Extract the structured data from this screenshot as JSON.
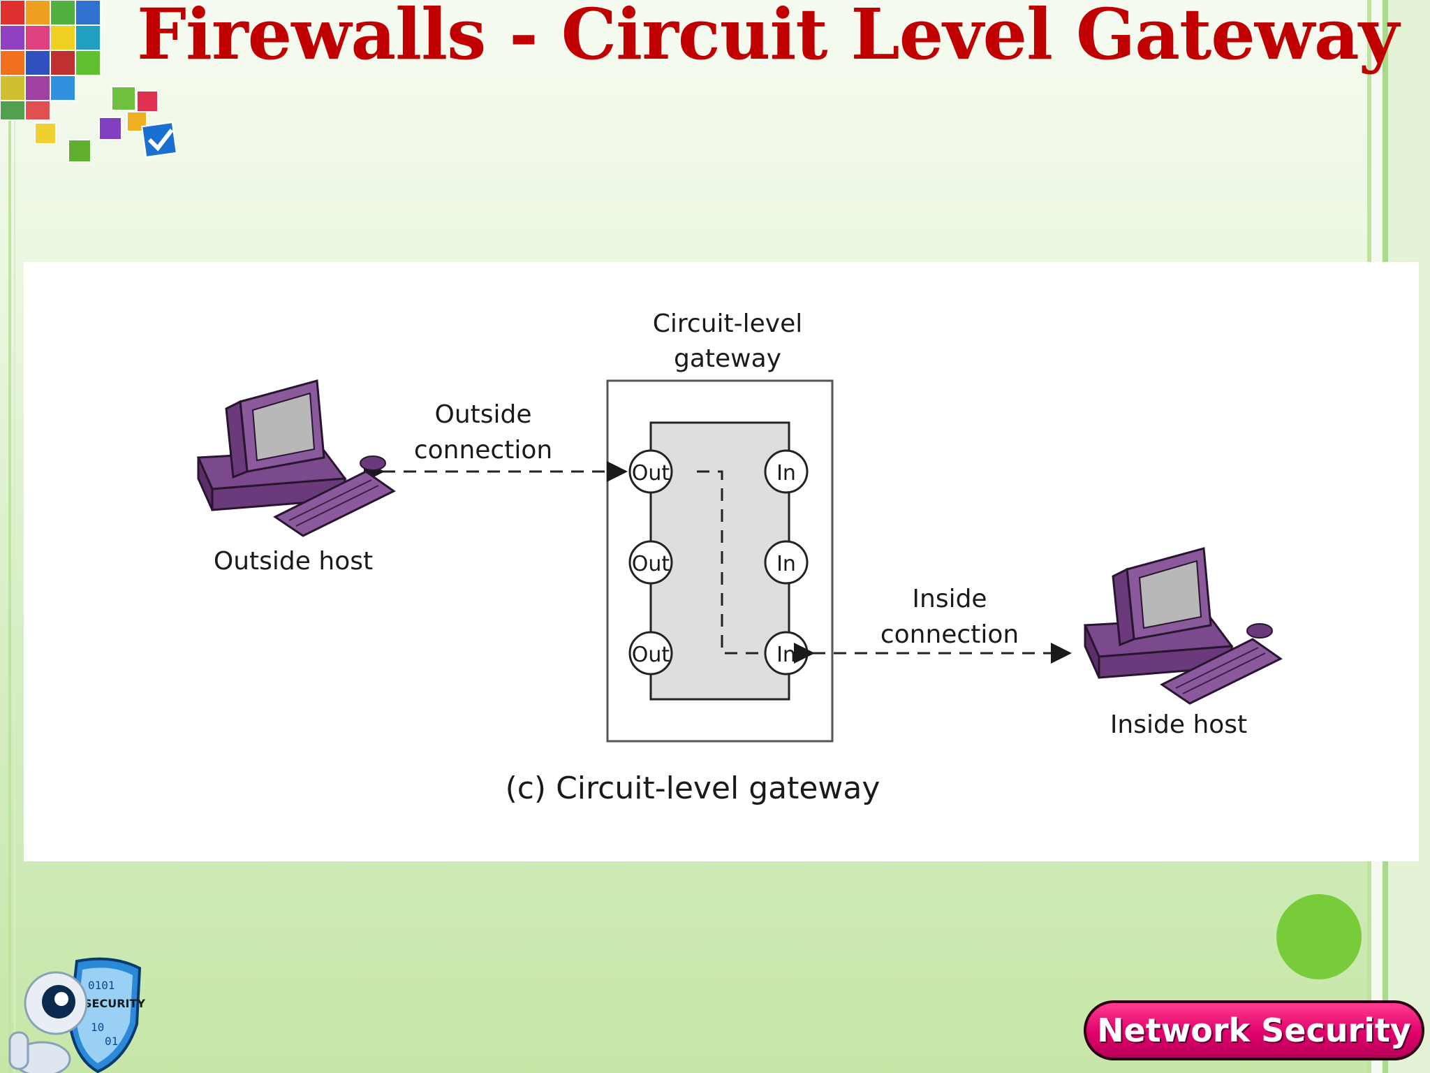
{
  "slide": {
    "title": "Firewalls - Circuit Level Gateway",
    "badge": "Network Security"
  },
  "diagram": {
    "gateway_label_line1": "Circuit-level",
    "gateway_label_line2": "gateway",
    "outside_connection_line1": "Outside",
    "outside_connection_line2": "connection",
    "inside_connection_line1": "Inside",
    "inside_connection_line2": "connection",
    "outside_host": "Outside host",
    "inside_host": "Inside host",
    "caption": "(c) Circuit-level gateway",
    "out_ports": [
      "Out",
      "Out",
      "Out"
    ],
    "in_ports": [
      "In",
      "In",
      "In"
    ]
  },
  "decorations": {
    "cubes_icon": "cubes-icon",
    "robot_icon": "security-robot-icon",
    "shield_text": "SECURITY"
  }
}
